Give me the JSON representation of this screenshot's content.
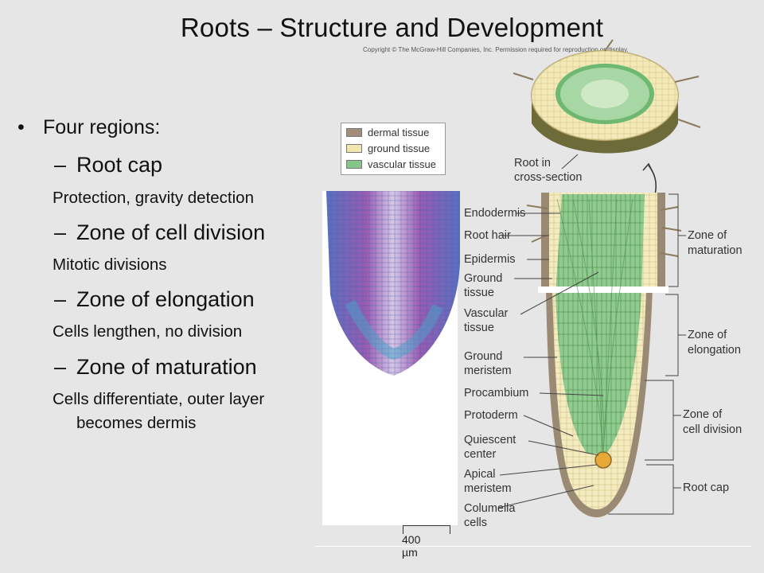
{
  "slide": {
    "title": "Roots – Structure and Development",
    "bullet_main": "Four regions:",
    "regions": [
      {
        "name": "Root cap",
        "desc": "Protection, gravity detection"
      },
      {
        "name": "Zone of cell division",
        "desc": "Mitotic divisions"
      },
      {
        "name": "Zone of elongation",
        "desc": "Cells lengthen, no division"
      },
      {
        "name": "Zone of maturation",
        "desc": "Cells differentiate, outer layer",
        "desc2": "becomes dermis"
      }
    ]
  },
  "figure": {
    "copyright": "Copyright © The McGraw-Hill Companies, Inc. Permission required for reproduction or display.",
    "legend": [
      {
        "label": "dermal tissue",
        "color": "#a08e7a"
      },
      {
        "label": "ground tissue",
        "color": "#f1e6b0"
      },
      {
        "label": "vascular tissue",
        "color": "#86c48a"
      }
    ],
    "cross_section_label_1": "Root in",
    "cross_section_label_2": "cross-section",
    "scale_label": "400 µm",
    "left_labels": [
      {
        "line1": "Endodermis",
        "line2": ""
      },
      {
        "line1": "Root hair",
        "line2": ""
      },
      {
        "line1": "Epidermis",
        "line2": ""
      },
      {
        "line1": "Ground",
        "line2": "tissue"
      },
      {
        "line1": "Vascular",
        "line2": "tissue"
      },
      {
        "line1": "Ground",
        "line2": "meristem"
      },
      {
        "line1": "Procambium",
        "line2": ""
      },
      {
        "line1": "Protoderm",
        "line2": ""
      },
      {
        "line1": "Quiescent",
        "line2": "center"
      },
      {
        "line1": "Apical",
        "line2": "meristem"
      },
      {
        "line1": "Columella",
        "line2": "cells"
      }
    ],
    "zone_labels": [
      {
        "line1": "Zone of",
        "line2": "maturation"
      },
      {
        "line1": "Zone of",
        "line2": "elongation"
      },
      {
        "line1": "Zone of",
        "line2": "cell division"
      },
      {
        "line1": "Root cap",
        "line2": ""
      }
    ]
  }
}
